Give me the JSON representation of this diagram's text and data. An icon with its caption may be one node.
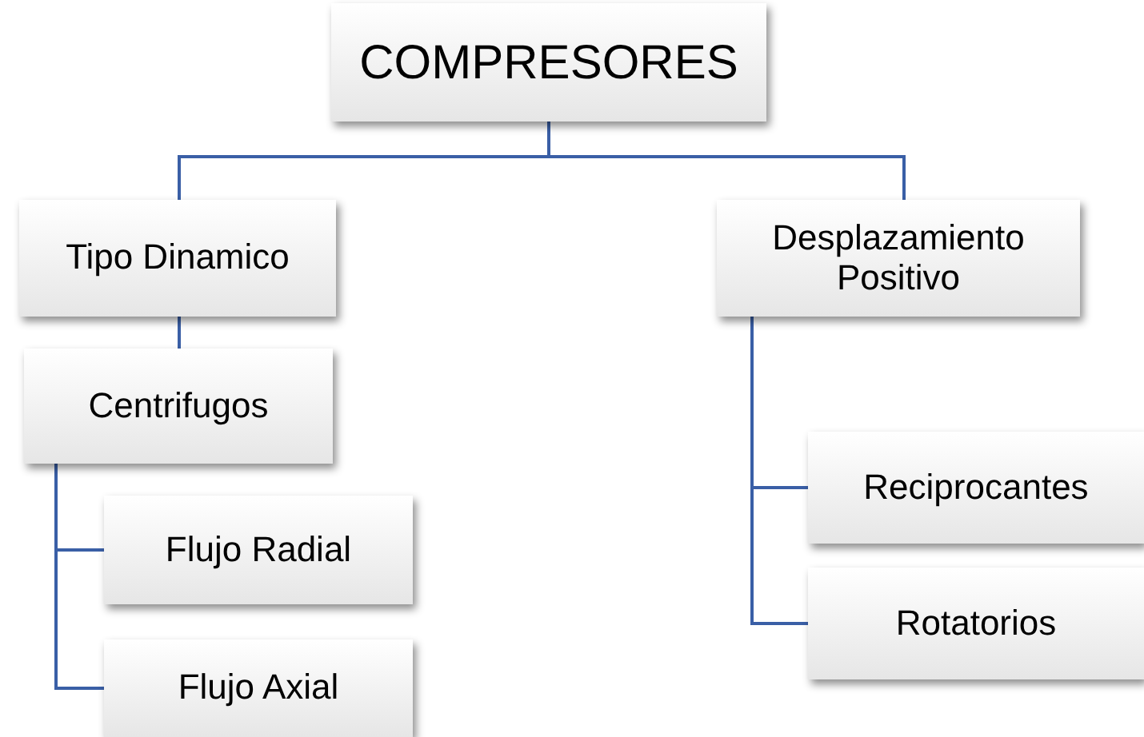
{
  "diagram": {
    "nodes": [
      {
        "text": [
          "COMPRESORES"
        ]
      },
      {
        "text": [
          "Tipo Dinamico"
        ]
      },
      {
        "text": [
          "Desplazamiento Positivo"
        ]
      },
      {
        "text": [
          "Centrifugos"
        ]
      },
      {
        "text": [
          "Flujo Radial"
        ]
      },
      {
        "text": [
          "Flujo Axial"
        ]
      },
      {
        "text": [
          "Reciprocantes"
        ]
      },
      {
        "text": [
          "Rotatorios"
        ]
      }
    ],
    "edges": [
      {
        "from": 0,
        "to": 1,
        "arrow": "none"
      },
      {
        "from": 0,
        "to": 2,
        "arrow": "none"
      },
      {
        "from": 1,
        "to": 3,
        "arrow": "none"
      },
      {
        "from": 3,
        "to": 4,
        "arrow": "none"
      },
      {
        "from": 3,
        "to": 5,
        "arrow": "none"
      },
      {
        "from": 2,
        "to": 6,
        "arrow": "none"
      },
      {
        "from": 2,
        "to": 7,
        "arrow": "none"
      }
    ]
  }
}
